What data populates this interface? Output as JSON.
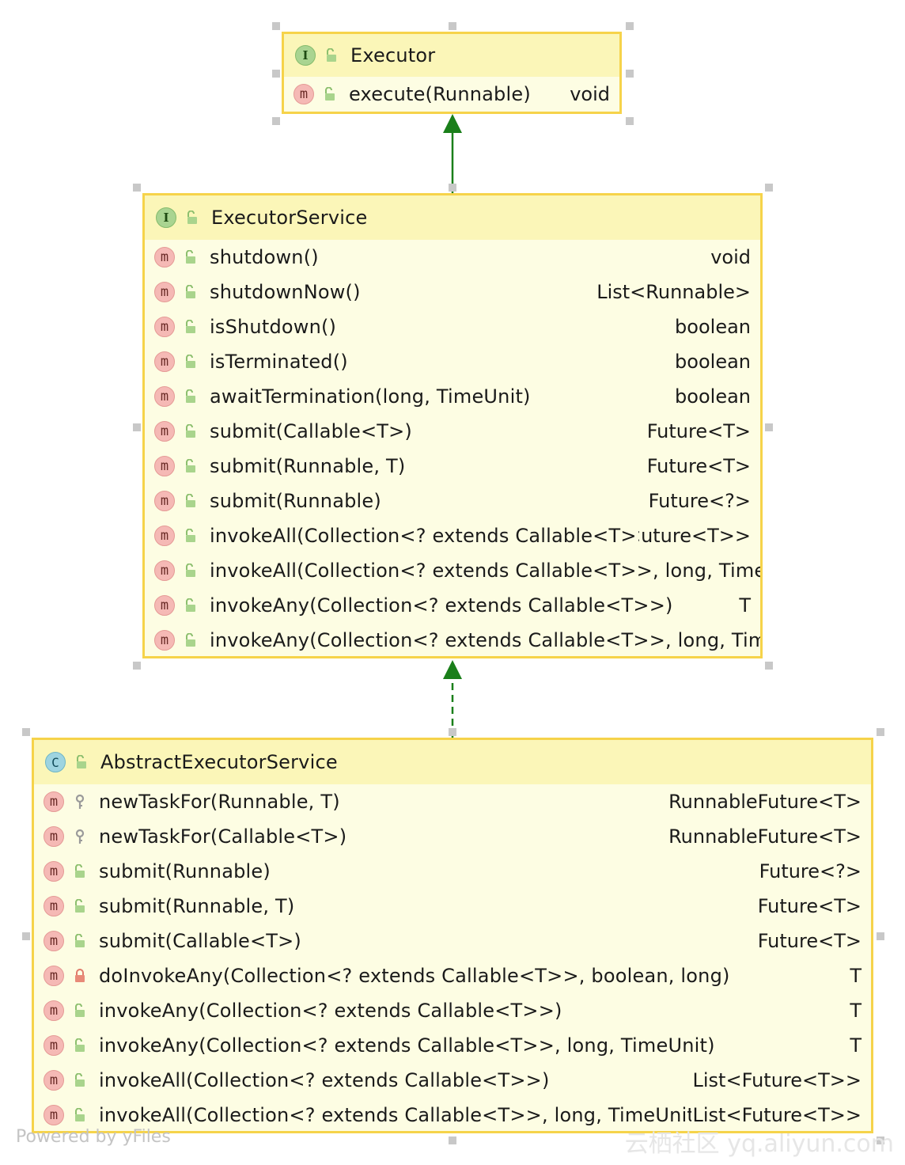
{
  "executor": {
    "kind": "I",
    "title": "Executor",
    "methods": [
      {
        "name": "execute(Runnable)",
        "ret": "void",
        "visibility": "public"
      }
    ]
  },
  "executor_service": {
    "kind": "I",
    "title": "ExecutorService",
    "methods": [
      {
        "name": "shutdown()",
        "ret": "void",
        "visibility": "public"
      },
      {
        "name": "shutdownNow()",
        "ret": "List<Runnable>",
        "visibility": "public"
      },
      {
        "name": "isShutdown()",
        "ret": "boolean",
        "visibility": "public"
      },
      {
        "name": "isTerminated()",
        "ret": "boolean",
        "visibility": "public"
      },
      {
        "name": "awaitTermination(long, TimeUnit)",
        "ret": "boolean",
        "visibility": "public"
      },
      {
        "name": "submit(Callable<T>)",
        "ret": "Future<T>",
        "visibility": "public"
      },
      {
        "name": "submit(Runnable, T)",
        "ret": "Future<T>",
        "visibility": "public"
      },
      {
        "name": "submit(Runnable)",
        "ret": "Future<?>",
        "visibility": "public"
      },
      {
        "name": "invokeAll(Collection<? extends Callable<T>>)",
        "ret": "uture<T>>",
        "visibility": "public"
      },
      {
        "name": "invokeAll(Collection<? extends Callable<T>>, long, TimeU",
        "ret": "",
        "visibility": "public"
      },
      {
        "name": "invokeAny(Collection<? extends Callable<T>>)",
        "ret": "T",
        "visibility": "public"
      },
      {
        "name": "invokeAny(Collection<? extends Callable<T>>, long, Time",
        "ret": "",
        "visibility": "public"
      }
    ]
  },
  "abstract_executor_service": {
    "kind": "C",
    "title": "AbstractExecutorService",
    "methods": [
      {
        "name": "newTaskFor(Runnable, T)",
        "ret": "RunnableFuture<T>",
        "visibility": "protected"
      },
      {
        "name": "newTaskFor(Callable<T>)",
        "ret": "RunnableFuture<T>",
        "visibility": "protected"
      },
      {
        "name": "submit(Runnable)",
        "ret": "Future<?>",
        "visibility": "public"
      },
      {
        "name": "submit(Runnable, T)",
        "ret": "Future<T>",
        "visibility": "public"
      },
      {
        "name": "submit(Callable<T>)",
        "ret": "Future<T>",
        "visibility": "public"
      },
      {
        "name": "doInvokeAny(Collection<? extends Callable<T>>, boolean, long)",
        "ret": "T",
        "visibility": "private"
      },
      {
        "name": "invokeAny(Collection<? extends Callable<T>>)",
        "ret": "T",
        "visibility": "public"
      },
      {
        "name": "invokeAny(Collection<? extends Callable<T>>, long, TimeUnit)",
        "ret": "T",
        "visibility": "public"
      },
      {
        "name": "invokeAll(Collection<? extends Callable<T>>)",
        "ret": "List<Future<T>>",
        "visibility": "public"
      },
      {
        "name": "invokeAll(Collection<? extends Callable<T>>, long, TimeUnit)",
        "ret": "List<Future<T>>",
        "visibility": "public"
      }
    ]
  },
  "relations": [
    {
      "from": "ExecutorService",
      "to": "Executor",
      "style": "solid",
      "color": "#1a7f1a"
    },
    {
      "from": "AbstractExecutorService",
      "to": "ExecutorService",
      "style": "dashed",
      "color": "#1a7f1a"
    }
  ],
  "footer": "Powered by yFiles",
  "watermark": "云栖社区 yq.aliyun.com",
  "colors": {
    "box_fill": "#fdfde3",
    "box_border": "#f6d34a",
    "header_fill": "#fbf6b8",
    "arrow": "#1a7f1a"
  }
}
